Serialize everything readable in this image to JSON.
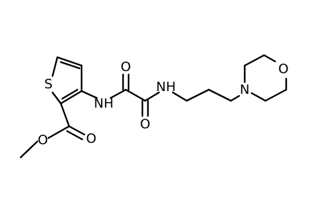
{
  "molecule": {
    "atoms": [
      {
        "id": "s1",
        "label": "S"
      },
      {
        "id": "n_amide1",
        "label": "NH"
      },
      {
        "id": "o_carbonyl1",
        "label": "O"
      },
      {
        "id": "o_carbonyl2",
        "label": "O"
      },
      {
        "id": "n_amide2",
        "label": "NH"
      },
      {
        "id": "n_morph",
        "label": "N"
      },
      {
        "id": "o_morph",
        "label": "O"
      },
      {
        "id": "o_ester_dbl",
        "label": "O"
      },
      {
        "id": "o_ester",
        "label": "O"
      }
    ]
  },
  "colors": {
    "bond": "#000000",
    "background": "#ffffff"
  }
}
